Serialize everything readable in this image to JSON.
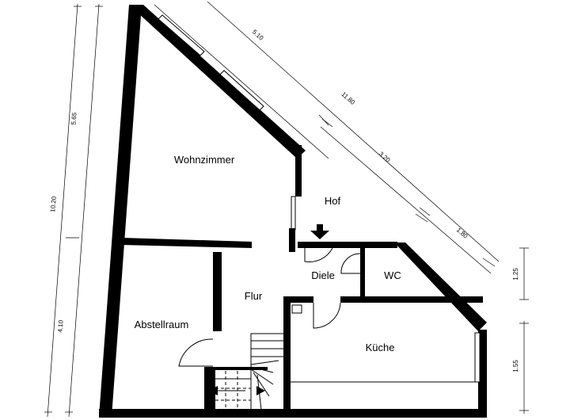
{
  "rooms": {
    "wohnzimmer": "Wohnzimmer",
    "hof": "Hof",
    "diele": "Diele",
    "wc": "WC",
    "flur": "Flur",
    "abstellraum": "Abstellraum",
    "kueche": "Küche"
  },
  "dimensions": {
    "left_total": "10.20",
    "left_top": "5.65",
    "left_bottom": "4.10",
    "diag_a": "5.10",
    "diag_total": "11.80",
    "diag_b": "3.20",
    "diag_c": "1.80",
    "right_top": "1.25",
    "right_bottom": "1.55"
  },
  "colors": {
    "wall": "#000000",
    "background": "#ffffff"
  },
  "icons": {
    "entrance": "arrow-down-icon",
    "stairs_direction": "arrow-left-icon"
  }
}
